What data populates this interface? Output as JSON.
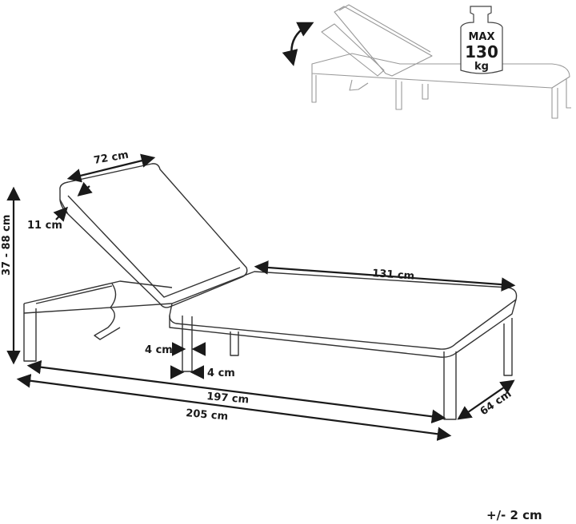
{
  "diagram": {
    "dimensions": {
      "backrest_width": "72 cm",
      "cushion_thickness": "11 cm",
      "height_range": "37 - 88 cm",
      "seat_length": "131 cm",
      "leg_depth": "4 cm",
      "leg_width": "4 cm",
      "frame_length": "197 cm",
      "total_length": "205 cm",
      "width": "64 cm"
    },
    "tolerance": "+/- 2 cm",
    "max_load_badge": {
      "line1": "MAX",
      "line2": "130",
      "line3": "kg"
    },
    "icons": [
      "adjustable-backrest-arrow-icon",
      "weight-icon"
    ]
  }
}
